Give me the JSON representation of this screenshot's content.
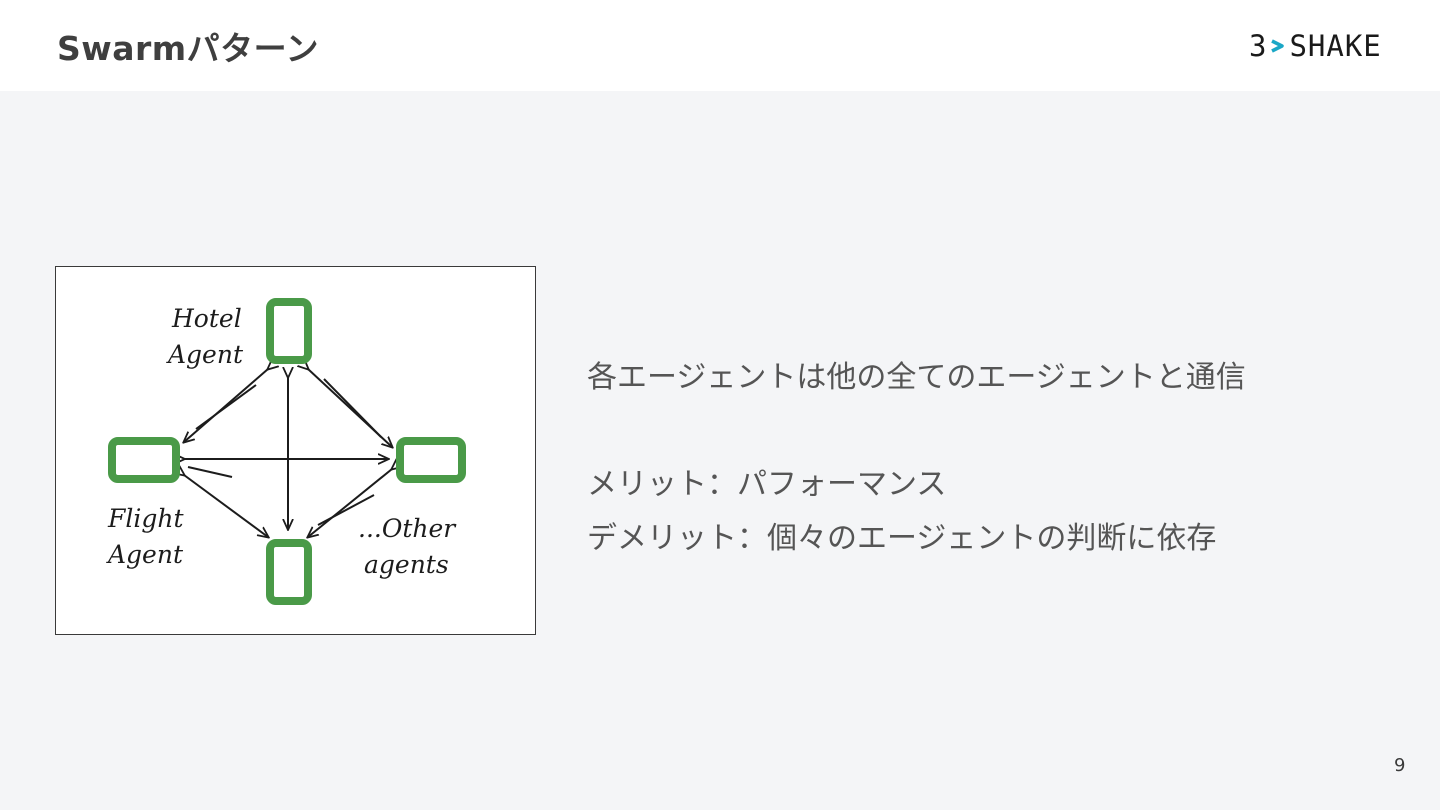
{
  "header": {
    "title": "Swarmパターン",
    "logo": {
      "left": "3",
      "right": "SHAKE",
      "mark_color": "#1aa7c6"
    }
  },
  "diagram": {
    "labels": {
      "hotel": [
        "Hotel",
        "Agent"
      ],
      "flight": [
        "Flight",
        "Agent"
      ],
      "other": [
        "...Other",
        "agents"
      ]
    },
    "box_color": "#4a9a48"
  },
  "content": {
    "lines": [
      "各エージェントは他の全てのエージェントと通信",
      "メリット：パフォーマンス",
      "デメリット：個々のエージェントの判断に依存"
    ]
  },
  "page_number": "9"
}
